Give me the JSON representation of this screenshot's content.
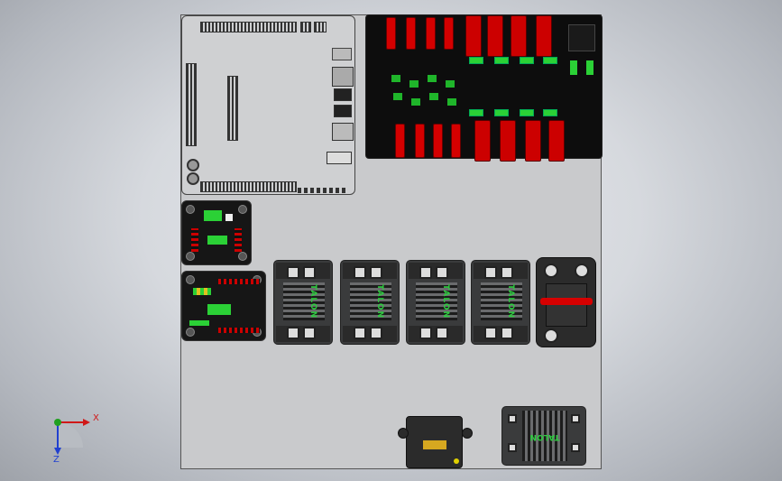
{
  "viewport": {
    "background_note": "CAD assembly view, gray gradient",
    "colors": {
      "panel": "#c9cacc",
      "fuse_red": "#d40000",
      "green_terminal": "#2bd136",
      "axis_x": "#d01818",
      "axis_y": "#20a020",
      "axis_z": "#2040d0"
    }
  },
  "components": {
    "controller": {
      "icon": "roborio-controller-icon"
    },
    "pdp": {
      "icon": "power-distribution-panel-icon"
    },
    "vrm": {
      "icon": "voltage-regulator-module-icon"
    },
    "pcm": {
      "icon": "pneumatics-control-module-icon"
    },
    "talon_logo": "TALON",
    "breaker": {
      "icon": "circuit-breaker-icon"
    },
    "radio": {
      "icon": "radio-module-icon"
    }
  },
  "triad": {
    "x_label": "X",
    "z_label": "Z"
  }
}
